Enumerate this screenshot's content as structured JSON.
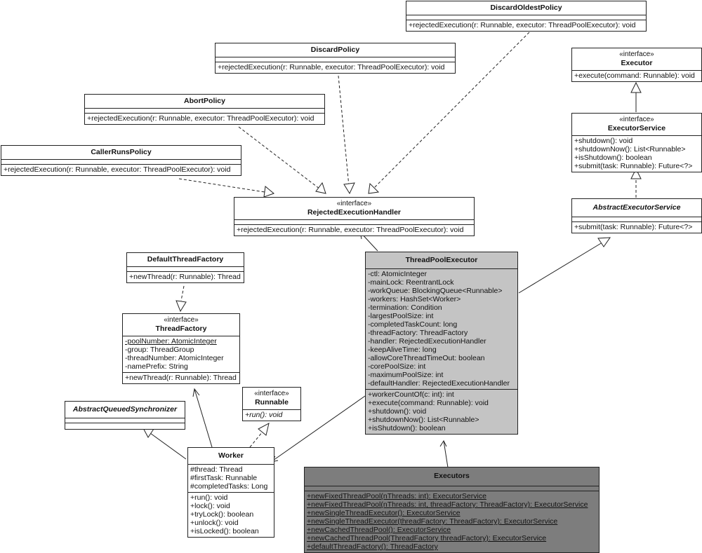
{
  "classes": {
    "discard_oldest_policy": {
      "name": "DiscardOldestPolicy",
      "operations": [
        "+rejectedExecution(r: Runnable, executor: ThreadPoolExecutor): void"
      ]
    },
    "discard_policy": {
      "name": "DiscardPolicy",
      "operations": [
        "+rejectedExecution(r: Runnable, executor: ThreadPoolExecutor): void"
      ]
    },
    "abort_policy": {
      "name": "AbortPolicy",
      "operations": [
        "+rejectedExecution(r: Runnable, executor: ThreadPoolExecutor): void"
      ]
    },
    "caller_runs_policy": {
      "name": "CallerRunsPolicy",
      "operations": [
        "+rejectedExecution(r: Runnable, executor: ThreadPoolExecutor): void"
      ]
    },
    "rejected_execution_handler": {
      "stereotype": "«interface»",
      "name": "RejectedExecutionHandler",
      "operations": [
        "+rejectedExecution(r: Runnable, executor: ThreadPoolExecutor): void"
      ]
    },
    "executor": {
      "stereotype": "«interface»",
      "name": "Executor",
      "operations": [
        "+execute(command: Runnable): void"
      ]
    },
    "executor_service": {
      "stereotype": "«interface»",
      "name": "ExecutorService",
      "operations": [
        "+shutdown(): void",
        "+shutdownNow(): List<Runnable>",
        "+isShutdown(): boolean",
        "+submit(task: Runnable): Future<?>"
      ]
    },
    "abstract_executor_service": {
      "name": "AbstractExecutorService",
      "operations": [
        "+submit(task: Runnable): Future<?>"
      ]
    },
    "default_thread_factory": {
      "name": "DefaultThreadFactory",
      "operations": [
        "+newThread(r: Runnable): Thread"
      ]
    },
    "thread_factory": {
      "stereotype": "«interface»",
      "name": "ThreadFactory",
      "static_attributes": [
        "-poolNumber: AtomicInteger"
      ],
      "attributes": [
        "-group: ThreadGroup",
        "-threadNumber: AtomicInteger",
        "-namePrefix: String"
      ],
      "operations": [
        "+newThread(r: Runnable): Thread"
      ]
    },
    "thread_pool_executor": {
      "name": "ThreadPoolExecutor",
      "attributes": [
        "-ctl: AtomicInteger",
        "-mainLock: ReentrantLock",
        "-workQueue: BlockingQueue<Runnable>",
        "-workers: HashSet<Worker>",
        "-termination: Condition",
        "-largestPoolSize: int",
        "-completedTaskCount: long",
        "-threadFactory: ThreadFactory",
        "-handler: RejectedExecutionHandler",
        "-keepAliveTime: long",
        "-allowCoreThreadTimeOut: boolean",
        "-corePoolSize: int",
        "-maximumPoolSize: int",
        "-defaultHandler: RejectedExecutionHandler"
      ],
      "operations": [
        "+workerCountOf(c: int): int",
        "+execute(command: Runnable): void",
        "+shutdown(): void",
        "+shutdownNow(): List<Runnable>",
        "+isShutdown(): boolean"
      ]
    },
    "abstract_queued_synchronizer": {
      "name": "AbstractQueuedSynchronizer"
    },
    "runnable": {
      "stereotype": "«interface»",
      "name": "Runnable",
      "operations": [
        "+run(): void"
      ]
    },
    "worker": {
      "name": "Worker",
      "attributes": [
        "#thread: Thread",
        "#firstTask: Runnable",
        "#completedTasks: Long"
      ],
      "operations": [
        "+run(): void",
        "+lock(): void",
        "+tryLock(): boolean",
        "+unlock(): void",
        "+isLocked(): boolean"
      ]
    },
    "executors": {
      "name": "Executors",
      "operations": [
        "+newFixedThreadPool(nThreads: int): ExecutorService",
        "+newFixedThreadPool(nThreads: int, threadFactory: ThreadFactory): ExecutorService",
        "+newSingleThreadExecutor(): ExecutorService",
        "+newSingleThreadExecutor(threadFactory: ThreadFactory): ExecutorService",
        "+newCachedThreadPool(): ExecutorService",
        "+newCachedThreadPool(ThreadFactory threadFactory): ExecutorService",
        "+defaultThreadFactory(): ThreadFactory"
      ]
    }
  }
}
